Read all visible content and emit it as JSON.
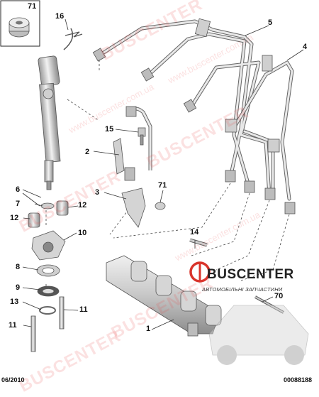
{
  "callouts": {
    "c71_box": "71",
    "c16": "16",
    "c5": "5",
    "c4": "4",
    "c15": "15",
    "c2": "2",
    "c3": "3",
    "c71": "71",
    "c6": "6",
    "c7": "7",
    "c12_left": "12",
    "c12_right": "12",
    "c10": "10",
    "c8": "8",
    "c9": "9",
    "c13": "13",
    "c11_left": "11",
    "c11_right": "11",
    "c14": "14",
    "c1": "1",
    "c70": "70"
  },
  "footer": {
    "date": "06/2010",
    "code": "00088188"
  },
  "watermark": {
    "brand": "BUSCENTER",
    "site": "www.buscenter.com.ua"
  },
  "logo": {
    "name": "BUSCENTER",
    "tagline": "АВТОМОБІЛЬНІ ЗАПЧАСТИНИ"
  },
  "colors": {
    "part_fill": "#d8d8d8",
    "part_stroke": "#555555",
    "watermark": "#e94a4a",
    "logo_red": "#d9342b"
  }
}
